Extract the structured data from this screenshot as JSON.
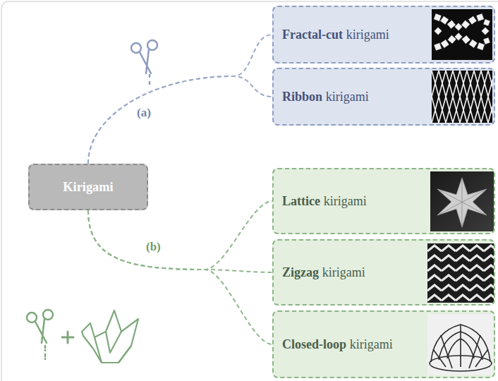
{
  "diagram": {
    "nodes": [
      {
        "text": [
          "Kirigami"
        ]
      },
      {
        "text": [
          "Fractal-cut",
          "kirigami"
        ]
      },
      {
        "text": [
          "Ribbon",
          "kirigami"
        ]
      },
      {
        "text": [
          "Lattice",
          "kirigami"
        ]
      },
      {
        "text": [
          "Zigzag",
          "kirigami"
        ]
      },
      {
        "text": [
          "Closed-loop",
          "kirigami"
        ]
      }
    ],
    "edges": [
      {
        "from": 0,
        "to": 1,
        "arrow": "none"
      },
      {
        "from": 0,
        "to": 2,
        "arrow": "none"
      },
      {
        "from": 0,
        "to": 3,
        "arrow": "none"
      },
      {
        "from": 0,
        "to": 4,
        "arrow": "none"
      },
      {
        "from": 0,
        "to": 5,
        "arrow": "none"
      }
    ],
    "labels": [
      "(a)",
      "(b)"
    ]
  }
}
